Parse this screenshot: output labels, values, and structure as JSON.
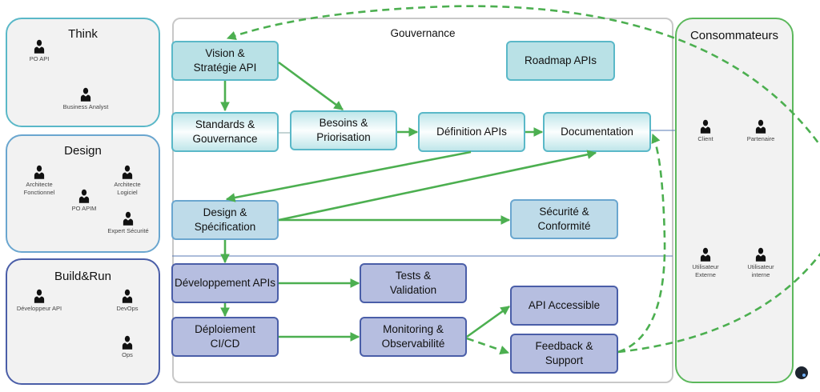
{
  "colors": {
    "flow_arrow": "#4caf50",
    "think": "#5ab8c8",
    "design": "#6aa6cf",
    "build": "#4a5ea8",
    "consumers": "#5cb85c"
  },
  "roles": {
    "think": {
      "title": "Think",
      "people": [
        "PO API",
        "Business Analyst"
      ]
    },
    "design": {
      "title": "Design",
      "people": [
        "Architecte Fonctionnel",
        "Architecte Logiciel",
        "PO APIM",
        "Expert Sécurité"
      ]
    },
    "build": {
      "title": "Build&Run",
      "people": [
        "Développeur API",
        "DevOps",
        "Ops"
      ]
    }
  },
  "governance": {
    "title": "Gouvernance",
    "boxes": {
      "vision": "Vision & Stratégie API",
      "roadmap": "Roadmap APIs",
      "standards": "Standards & Gouvernance",
      "besoins": "Besoins & Priorisation",
      "definition": "Définition APIs",
      "documentation": "Documentation",
      "design": "Design & Spécification",
      "securite": "Sécurité & Conformité",
      "developpement": "Développement APIs",
      "tests": "Tests & Validation",
      "accessible": "API Accessible",
      "deploiement": "Déploiement CI/CD",
      "monitoring": "Monitoring & Observabilité",
      "feedback": "Feedback & Support"
    }
  },
  "consumers": {
    "title": "Consommateurs",
    "people": [
      "Client",
      "Partenaire",
      "Utilisateur Externe",
      "Utilisateur interne"
    ]
  }
}
